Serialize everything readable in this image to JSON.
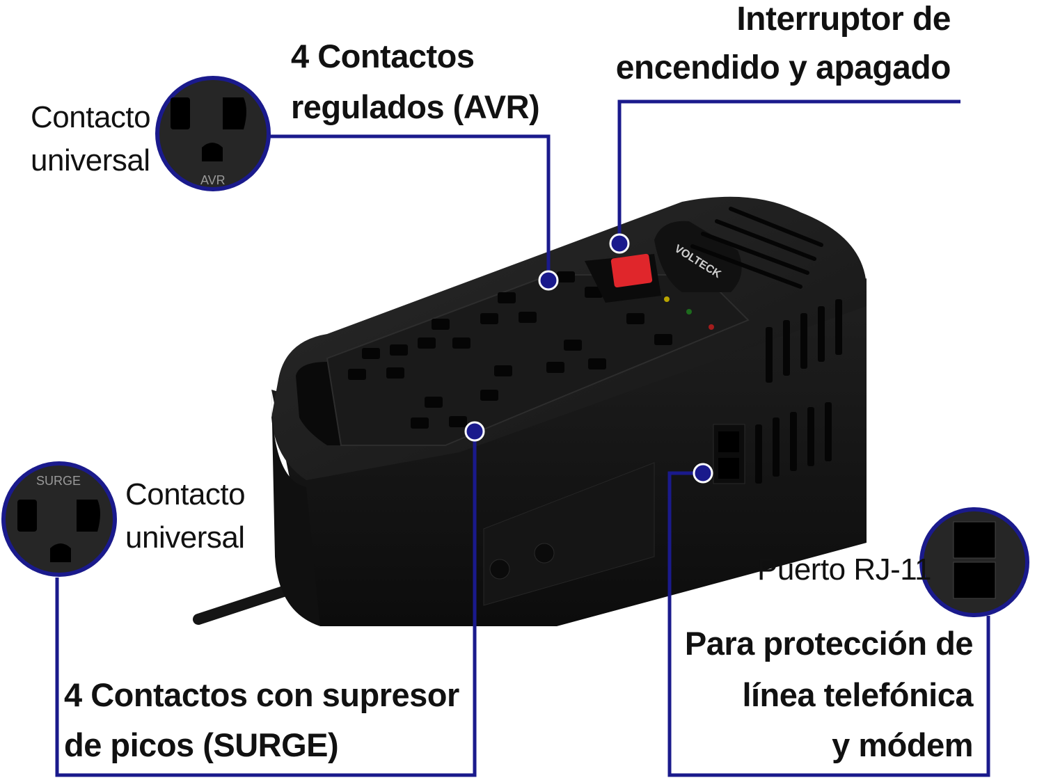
{
  "labels": {
    "avr_title_1": "4 Contactos",
    "avr_title_2": "regulados (AVR)",
    "switch_title_1": "Interruptor de",
    "switch_title_2": "encendido y apagado",
    "avr_outlet_1": "Contacto",
    "avr_outlet_2": "universal",
    "avr_outlet_stamp": "AVR",
    "surge_outlet_1": "Contacto",
    "surge_outlet_2": "universal",
    "surge_outlet_stamp": "SURGE",
    "surge_title_1": "4 Contactos con supresor",
    "surge_title_2": "de picos (SURGE)",
    "rj11_port": "Puerto RJ-11",
    "phone_1": "Para protección de",
    "phone_2": "línea telefónica",
    "phone_3": "y módem",
    "brand": "VOLTECK"
  },
  "colors": {
    "callout": "#1a1a8c",
    "device": "#1c1c1c",
    "switch": "#e0262b"
  }
}
